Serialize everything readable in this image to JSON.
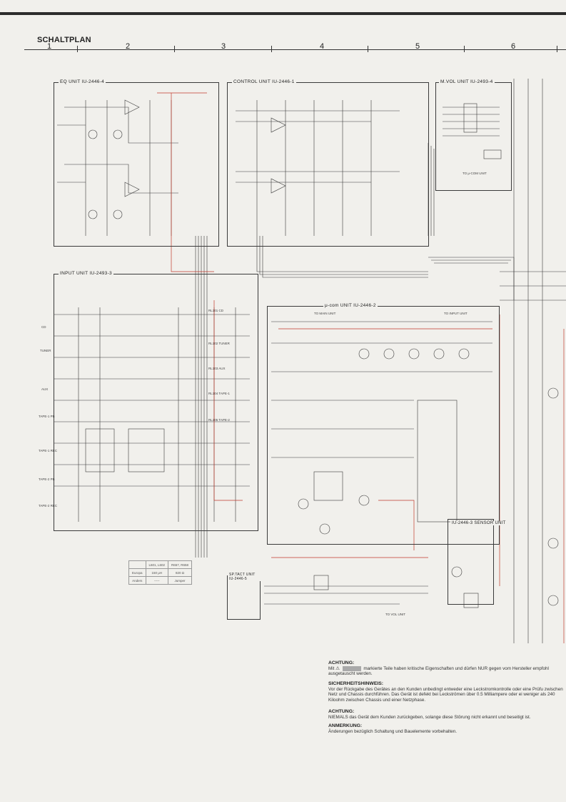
{
  "header": {
    "title": "SCHALTPLAN",
    "columns": [
      "1",
      "2",
      "3",
      "4",
      "5",
      "6"
    ]
  },
  "units": {
    "eq": "EQ UNIT  IU-2446-4",
    "control": "CONTROL UNIT  IU-2446-1",
    "mvol": "M.VOL UNIT  IU-2493-4",
    "input": "INPUT UNIT  IU-2493-3",
    "ucom": "μ-com UNIT  IU-2446-2",
    "sensor": "IU-2446-3 SENSOR UNIT",
    "sptact": "SP.TACT UNIT IU-2446-5"
  },
  "input_jacks": [
    "CD",
    "TUNER",
    "AUX",
    "TAPE-1 PB",
    "TAPE-1 REC",
    "TAPE-2 PB",
    "TAPE-2 REC"
  ],
  "connector_labels": {
    "to_main": "TO MAIN UNIT",
    "to_input": "TO INPUT UNIT",
    "to_vol": "TO VOL UNIT",
    "to_ucom": "TO μ-COM UNIT"
  },
  "relays": [
    "RL101 CD",
    "RL102 TUNER",
    "RL103 AUX",
    "RL104 TAPE-1",
    "RL105 TAPE-2"
  ],
  "destination_table": {
    "header": [
      "",
      "L601, L602",
      "R657, R658"
    ],
    "rows": [
      [
        "Europa",
        "150 μH",
        "820 Ω"
      ],
      [
        "Anders",
        "-----",
        "Jumper"
      ]
    ]
  },
  "notes": [
    {
      "heading": "ACHTUNG:",
      "text_before": "Mit",
      "text_after": "markierte Teile haben kritische Eigenschaften und dürfen NUR gegen vom Hersteller empfohl ausgetauscht werden."
    },
    {
      "heading": "SICHERHEITSHINWEIS:",
      "text": "Vor der Rückgabe des Gerätes an den Kunden unbedingt entweder eine Leckstromkontrolle oder eine Prüfu zwischen Netz und Chassis durchführen. Das Gerät ist defekt bei Leckströmen über 0.5 Milliampere oder ei weniger als 240 Kiloohm zwischen Chassis und einer Netzphase."
    },
    {
      "heading": "ACHTUNG:",
      "text": "NIEMALS das Gerät dem Kunden zurückgeben, solange diese Störung nicht erkannt und beseitigt ist."
    },
    {
      "heading": "ANMERKUNG:",
      "text": "Änderungen bezüglich Schaltung und Bauelemente vorbehalten."
    }
  ],
  "colors": {
    "paper": "#f1f0ec",
    "ink": "#2e2e2e",
    "red_trace": "#c0392b"
  }
}
